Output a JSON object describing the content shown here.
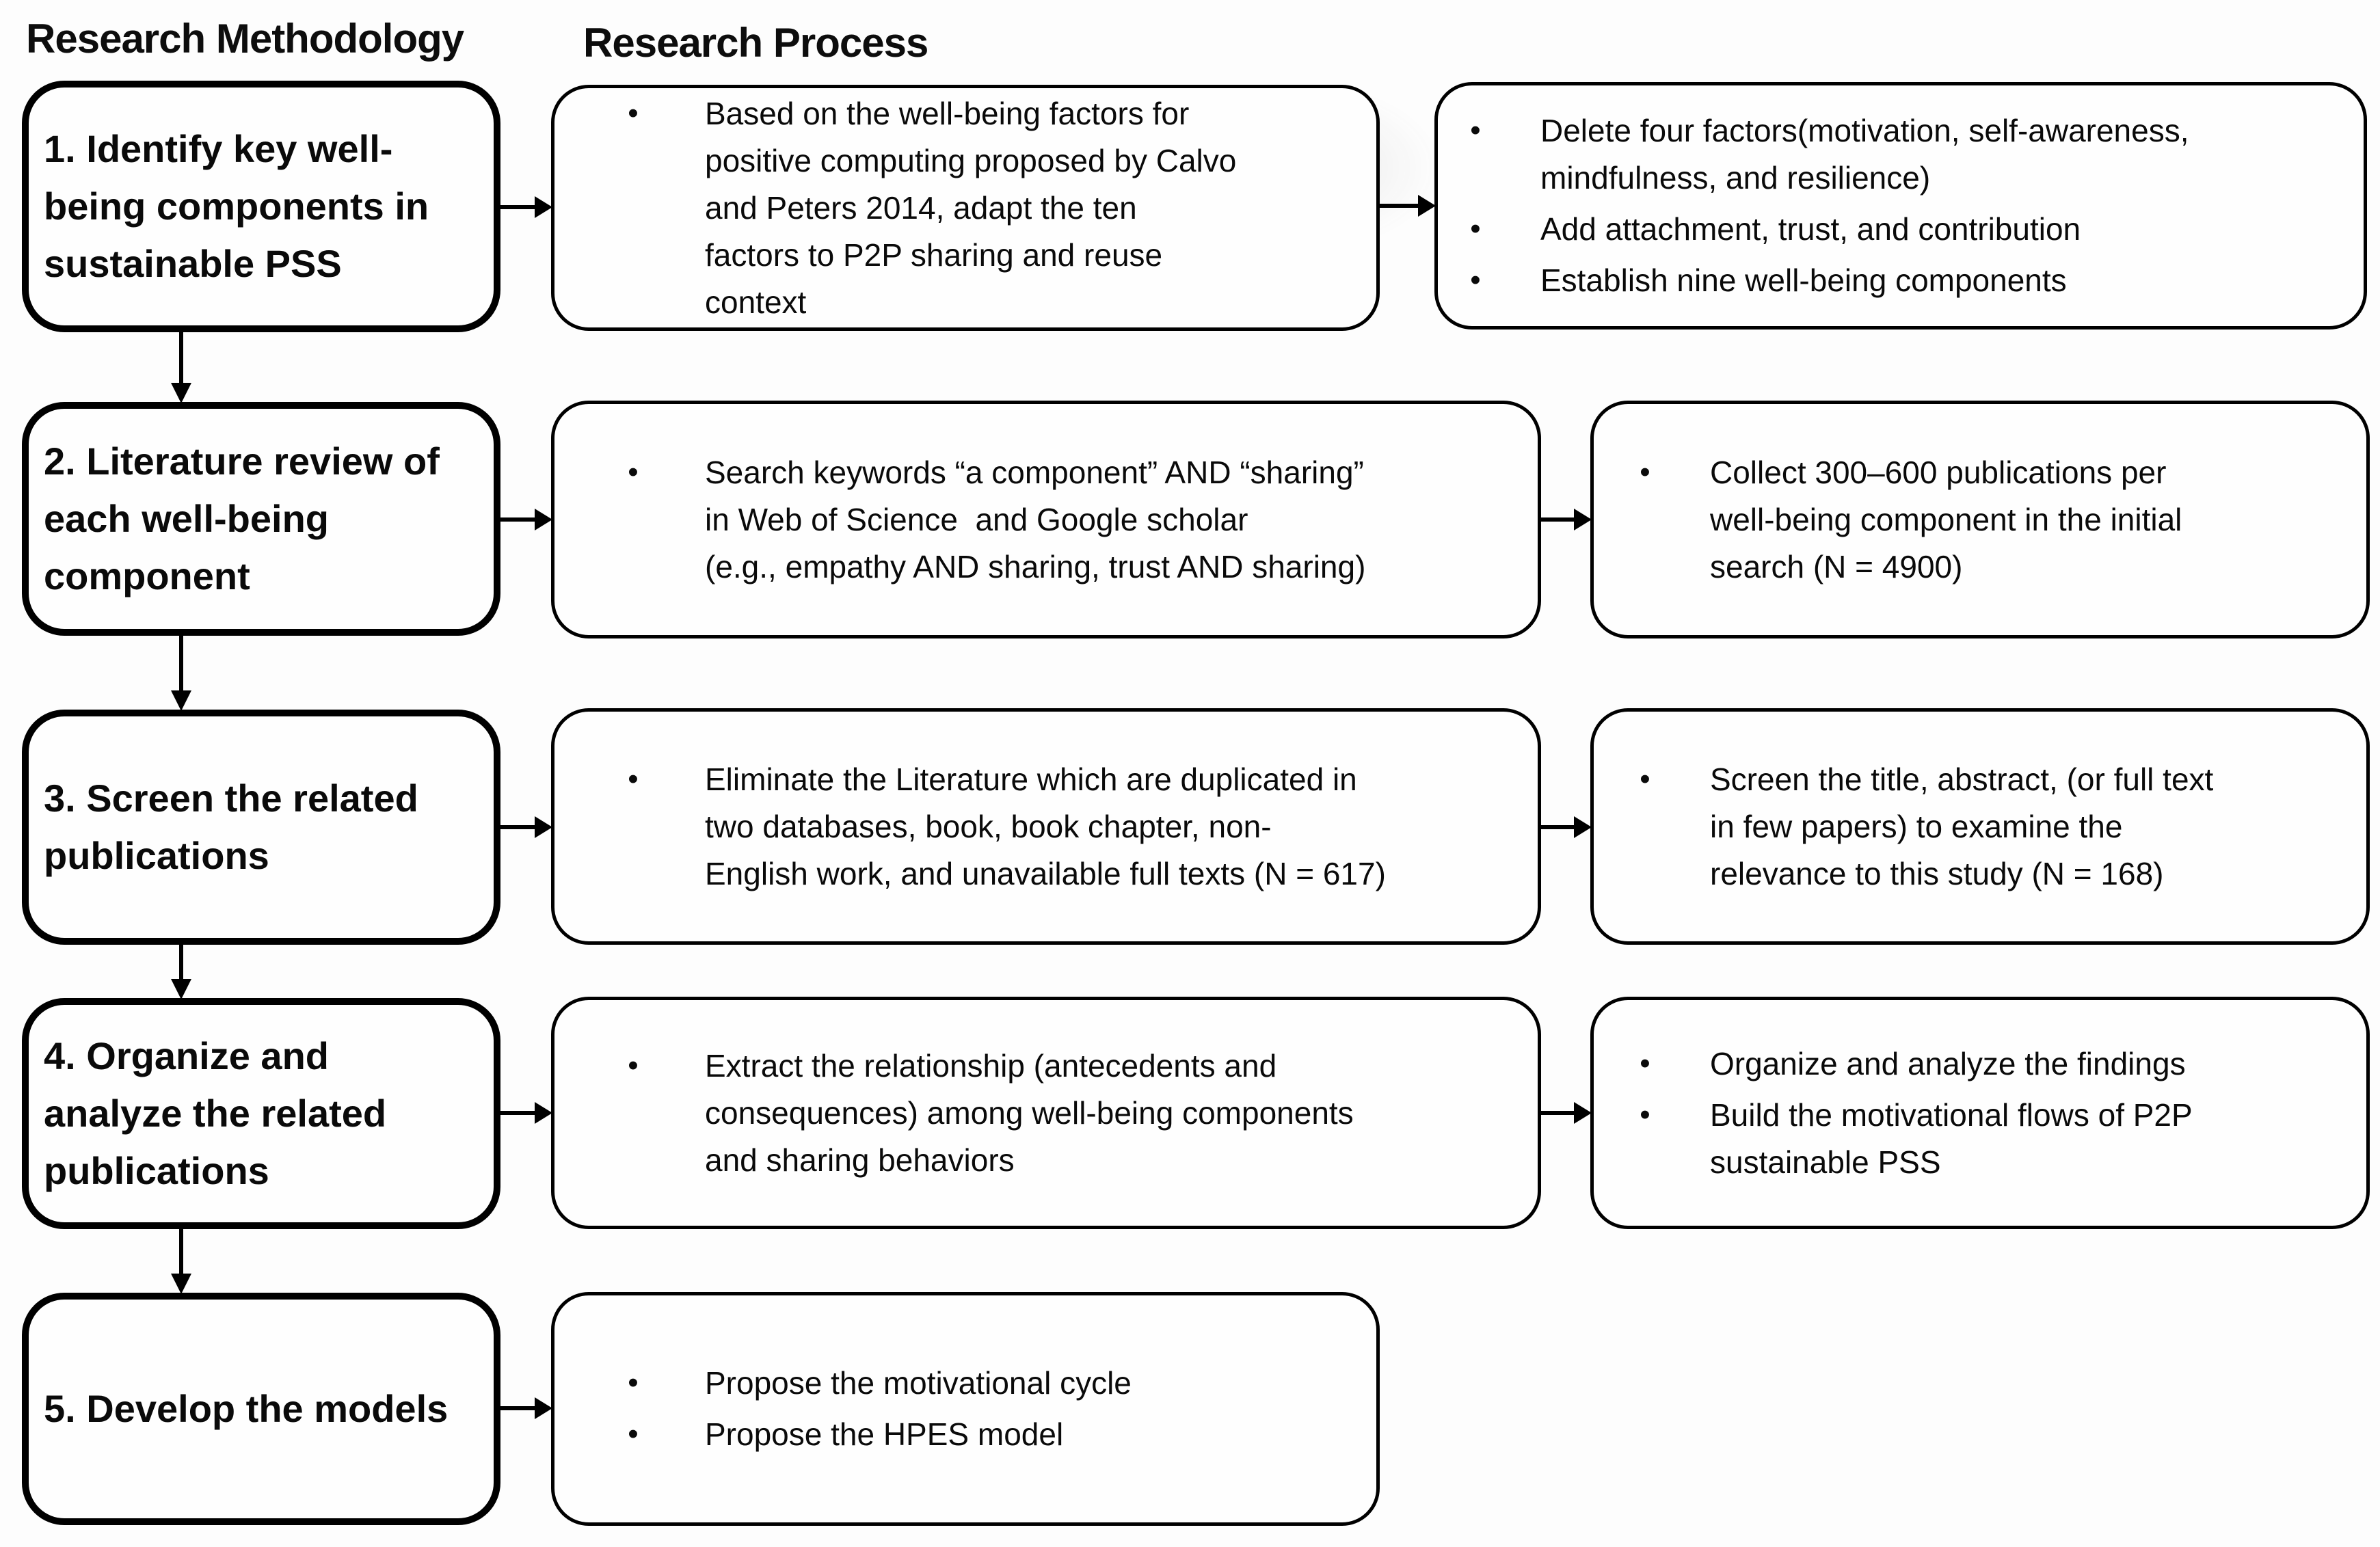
{
  "glyphs": {
    "bullet": "•"
  },
  "headings": {
    "left": "Research Methodology",
    "right": "Research Process"
  },
  "rows": [
    {
      "step": "1. Identify key well-\nbeing components in\nsustainable PSS",
      "process": [
        "Based on the well-being factors for\npositive computing proposed by Calvo\nand Peters 2014, adapt the ten\nfactors to P2P sharing and reuse\ncontext"
      ],
      "outcome": [
        "Delete four factors(motivation, self-awareness,\nmindfulness, and resilience)",
        "Add attachment, trust, and contribution",
        "Establish nine well-being components"
      ]
    },
    {
      "step": "2. Literature review of\neach well-being\ncomponent",
      "process": [
        "Search keywords “a component” AND “sharing”\nin Web of Science  and Google scholar\n(e.g., empathy AND sharing, trust AND sharing)"
      ],
      "outcome": [
        "Collect 300–600 publications per\nwell-being component in the initial\nsearch (N = 4900)"
      ]
    },
    {
      "step": "3. Screen the related\npublications",
      "process": [
        "Eliminate the Literature which are duplicated in\ntwo databases, book, book chapter, non-\nEnglish work, and unavailable full texts (N = 617)"
      ],
      "outcome": [
        "Screen the title, abstract, (or full text\nin few papers) to examine the\nrelevance to this study (N = 168)"
      ]
    },
    {
      "step": "4. Organize and\nanalyze the related\npublications",
      "process": [
        "Extract the relationship (antecedents and\nconsequences) among well-being components\nand sharing behaviors"
      ],
      "outcome": [
        "Organize and analyze the findings",
        "Build the motivational flows of P2P\nsustainable PSS"
      ]
    },
    {
      "step": "5. Develop the models",
      "process": [
        "Propose the motivational cycle",
        "Propose the HPES model"
      ],
      "outcome": []
    }
  ]
}
